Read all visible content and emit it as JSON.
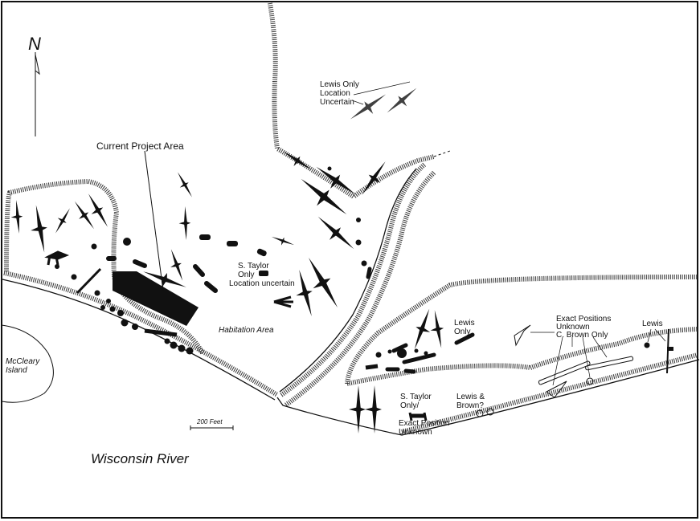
{
  "map": {
    "north_label": "N",
    "labels": {
      "project_area": "Current Project Area",
      "lewis_only_uncertain": [
        "Lewis Only",
        "Location",
        "Uncertain"
      ],
      "taylor_uncertain": [
        "S. Taylor",
        "Only",
        "Location uncertain"
      ],
      "habitation_area": "Habitation Area",
      "island": [
        "McCleary",
        "Island"
      ],
      "scale": "200 Feet",
      "river": "Wisconsin River",
      "lewis_only": [
        "Lewis",
        "Only"
      ],
      "brown_only": [
        "Exact Positions",
        "Unknown",
        "C. Brown Only"
      ],
      "lewis": "Lewis",
      "taylor_unknown": [
        "S. Taylor",
        "Only/",
        "Exact Position",
        "Unknown"
      ],
      "lewis_brown": [
        "Lewis &",
        "Brown?"
      ]
    },
    "colors": {
      "ink": "#111111",
      "background": "#ffffff"
    }
  }
}
